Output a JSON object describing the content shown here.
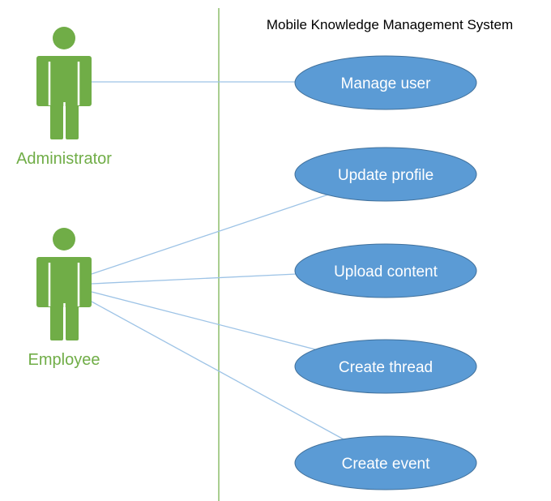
{
  "diagram": {
    "type": "use-case",
    "system": {
      "title": "Mobile Knowledge Management System"
    },
    "actors": [
      {
        "id": "administrator",
        "label": "Administrator"
      },
      {
        "id": "employee",
        "label": "Employee"
      }
    ],
    "use_cases": [
      {
        "id": "manage-user",
        "label": "Manage user"
      },
      {
        "id": "update-profile",
        "label": "Update profile"
      },
      {
        "id": "upload-content",
        "label": "Upload content"
      },
      {
        "id": "create-thread",
        "label": "Create thread"
      },
      {
        "id": "create-event",
        "label": "Create event"
      }
    ],
    "associations": [
      {
        "actor": "administrator",
        "use_case": "manage-user"
      },
      {
        "actor": "employee",
        "use_case": "update-profile"
      },
      {
        "actor": "employee",
        "use_case": "upload-content"
      },
      {
        "actor": "employee",
        "use_case": "create-thread"
      },
      {
        "actor": "employee",
        "use_case": "create-event"
      }
    ],
    "colors": {
      "actor": "#70ad47",
      "use_case_fill": "#5b9bd5",
      "use_case_stroke": "#41719c",
      "use_case_text": "#ffffff",
      "association_line": "#9dc3e6",
      "system_boundary": "#70ad47",
      "system_title": "#000000"
    }
  }
}
